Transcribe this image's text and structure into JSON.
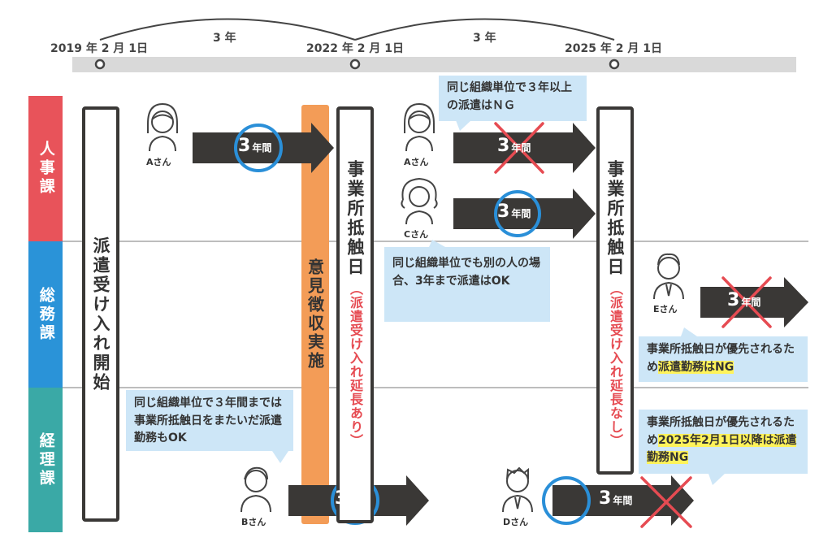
{
  "timeline": {
    "dates": [
      "2019 年 2 月 1日",
      "2022 年 2 月 1日",
      "2025 年 2 月 1日"
    ],
    "durations": [
      "3 年",
      "3 年"
    ]
  },
  "departments": [
    {
      "label": "人事課",
      "color": "#e8535a"
    },
    {
      "label": "総務課",
      "color": "#2a93d8"
    },
    {
      "label": "経理課",
      "color": "#3aa9a6"
    }
  ],
  "columns": {
    "start": "派遣受け入れ開始",
    "opinion": "意見徴収実施",
    "conflict1_title": "事業所抵触日",
    "conflict1_sub": "（派遣受け入れ延長あり）",
    "conflict2_title": "事業所抵触日",
    "conflict2_sub": "（派遣受け入れ延長なし）"
  },
  "people": {
    "a1": "Aさん",
    "a2": "Aさん",
    "c": "Cさん",
    "e": "Eさん",
    "b": "Bさん",
    "d": "Dさん"
  },
  "arrows": {
    "num": "3",
    "unit": "年間"
  },
  "callouts": {
    "c1": "同じ組織単位で３年以上の派遣はＮＧ",
    "c2": "同じ組織単位でも別の人の場合、3年まで派遣はOK",
    "c3": "事業所抵触日が優先されるため",
    "c3_hl": "派遣勤務はNG",
    "c4": "同じ組織単位で３年間までは事業所抵触日をまたいだ派遣勤務もOK",
    "c5": "事業所抵触日が優先されるため",
    "c5_hl": "2025年2月1日以降は派遣勤務NG"
  },
  "colors": {
    "arrow": "#3a3836",
    "circle": "#2a8fd8",
    "cross": "#e64b52",
    "timeline_bar": "#d9d9d9",
    "opinion_bar": "#f39c57"
  }
}
